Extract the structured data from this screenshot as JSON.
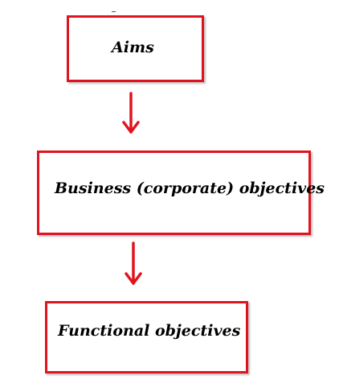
{
  "diagram": {
    "nodes": [
      {
        "id": "aims",
        "label": "Aims"
      },
      {
        "id": "business",
        "label": "Business (corporate) objectives"
      },
      {
        "id": "functional",
        "label": "Functional objectives"
      }
    ],
    "edges": [
      {
        "from": "aims",
        "to": "business"
      },
      {
        "from": "business",
        "to": "functional"
      }
    ],
    "colors": {
      "box_border": "#e0141e",
      "arrow": "#e0141e",
      "text": "#000000"
    }
  }
}
